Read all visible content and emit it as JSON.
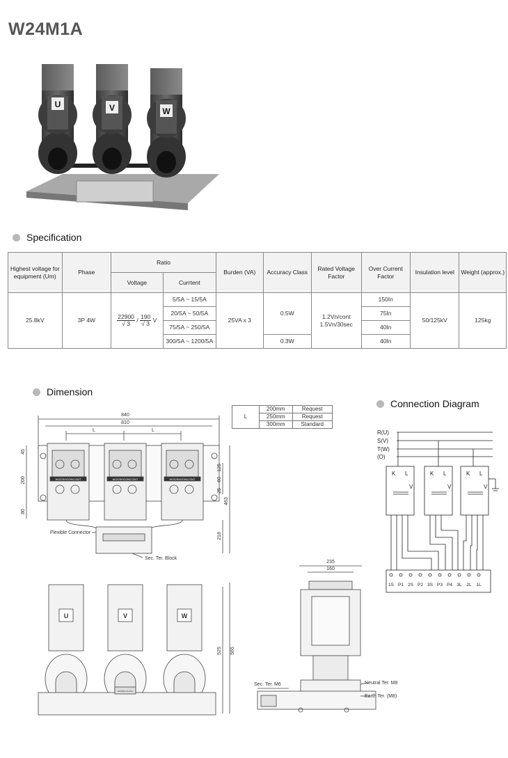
{
  "title": "W24M1A",
  "sections": {
    "specification": "Specification",
    "dimension": "Dimension",
    "connection": "Connection Diagram"
  },
  "photo": {
    "phase_labels": [
      "U",
      "V",
      "W"
    ]
  },
  "spec_table": {
    "headers": {
      "highest_voltage": "Highest voltage for equipment (Um)",
      "phase": "Phase",
      "ratio": "Ratio",
      "voltage": "Voltage",
      "current": "Currtent",
      "burden": "Burden (VA)",
      "accuracy": "Accuracy Class",
      "rated_voltage_factor": "Rated Voltage Factor",
      "over_current": "Over Current Factor",
      "insulation": "Insulation level",
      "weight": "Weight (approx.)"
    },
    "highest_voltage": "25.8kV",
    "phase": "3P 4W",
    "voltage_ratio": {
      "num1": "22900",
      "den1": "√ 3",
      "sep": "/",
      "num2": "190",
      "den2": "√ 3",
      "unit": "V"
    },
    "current_ratios": [
      "5/5A ~ 15/5A",
      "20/5A ~ 50/5A",
      "75/5A ~ 250/5A",
      "300/5A ~ 1200/5A"
    ],
    "burden": "25VA x 3",
    "accuracy": [
      "0.5W",
      "0.3W"
    ],
    "rated_voltage_factor": [
      "1.2Vn/cont",
      "1.5Vn/30sec"
    ],
    "over_current": [
      "150In",
      "75In",
      "40In",
      "40In"
    ],
    "insulation": "50/125kV",
    "weight": "125kg"
  },
  "l_table": {
    "label": "L",
    "rows": [
      {
        "size": "200mm",
        "type": "Request"
      },
      {
        "size": "250mm",
        "type": "Request"
      },
      {
        "size": "300mm",
        "type": "Standard"
      }
    ]
  },
  "dimension": {
    "top": {
      "w840": "840",
      "w810": "810",
      "L": "L",
      "h45": "45",
      "h200": "200",
      "h80": "80",
      "h125": "125",
      "h60": "60",
      "h25": "25",
      "h463": "463",
      "h218": "218",
      "nameplate": "WOOSHOONG ENT",
      "flexible": "Flexible Connector",
      "sec_block": "Sec. Ter. Block"
    },
    "front": {
      "phases": [
        "U",
        "V",
        "W"
      ],
      "h525": "525",
      "h565": "565",
      "plate": "RATING PLATE"
    },
    "side": {
      "w235": "235",
      "w160": "160",
      "sec_m6": "Sec. Ter. M6",
      "neutral": "Neutral Ter. M8",
      "earth": "Earth Ter. (M8)"
    }
  },
  "connection": {
    "lines": [
      "R(U)",
      "S(V)",
      "T(W)",
      "(O)"
    ],
    "terminals": [
      "1S",
      "P1",
      "2S",
      "P2",
      "3S",
      "P3",
      "P4",
      "3L",
      "2L",
      "1L"
    ],
    "marks": {
      "k": "K",
      "l": "L",
      "v": "V"
    }
  }
}
